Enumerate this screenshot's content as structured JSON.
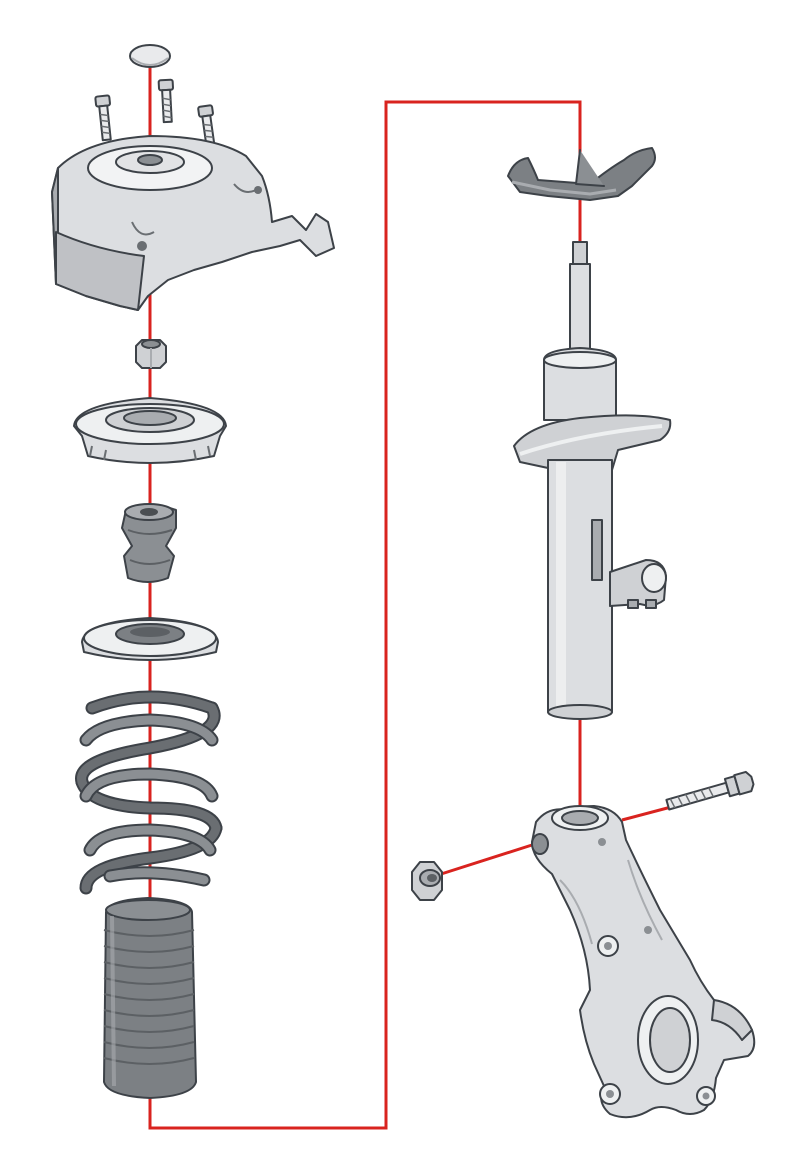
{
  "diagram": {
    "kind": "exploded-assembly",
    "colors": {
      "background": "#ffffff",
      "assembly_line": "#d9231f",
      "outline": "#3d4248",
      "metal_light": "#e9eaec",
      "metal_mid": "#cfd1d4",
      "metal_dark": "#a9acb0",
      "rubber": "#7c8084",
      "rubber_dark": "#5c6064",
      "spring": "#6a6e72"
    },
    "parts": [
      {
        "id": "dust-cap",
        "icon": "cap-icon"
      },
      {
        "id": "top-mount-bolts",
        "icon": "bolt-icon"
      },
      {
        "id": "strut-tower-cover",
        "icon": "cover-icon"
      },
      {
        "id": "piston-rod-nut",
        "icon": "nut-icon"
      },
      {
        "id": "strut-top-mount",
        "icon": "mount-icon"
      },
      {
        "id": "bump-stop",
        "icon": "bump-stop-icon"
      },
      {
        "id": "upper-spring-seat",
        "icon": "spring-seat-icon"
      },
      {
        "id": "coil-spring",
        "icon": "spring-icon"
      },
      {
        "id": "protective-boot",
        "icon": "boot-icon"
      },
      {
        "id": "brake-line-bracket",
        "icon": "bracket-icon"
      },
      {
        "id": "shock-absorber-strut",
        "icon": "strut-icon"
      },
      {
        "id": "pinch-bolt",
        "icon": "bolt-icon"
      },
      {
        "id": "pinch-bolt-nut",
        "icon": "nut-icon"
      },
      {
        "id": "steering-knuckle",
        "icon": "knuckle-icon"
      }
    ]
  }
}
